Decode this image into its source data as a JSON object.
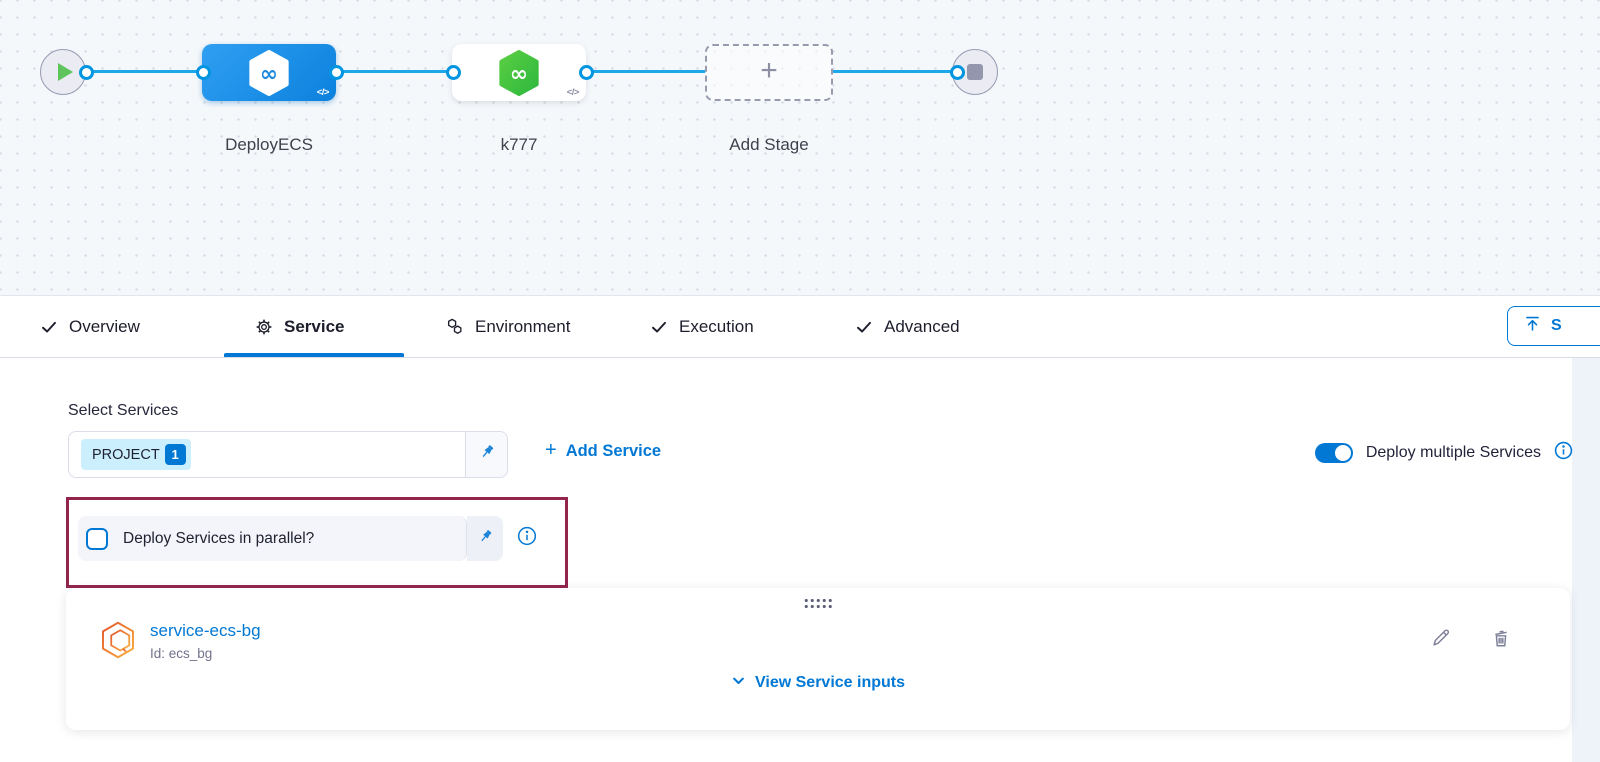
{
  "icons": {
    "infinity": "∞",
    "plus": "+",
    "code_marker": "</>"
  },
  "pipeline": {
    "stage1_label": "DeployECS",
    "stage2_label": "k777",
    "add_stage_label": "Add Stage"
  },
  "tabs": {
    "overview": "Overview",
    "service": "Service",
    "environment": "Environment",
    "execution": "Execution",
    "advanced": "Advanced"
  },
  "toolbar": {
    "save_partial_label": "S"
  },
  "panel": {
    "select_services_label": "Select Services",
    "project_tag_label": "PROJECT",
    "project_tag_count": "1",
    "add_service_label": "Add Service",
    "deploy_multiple_label": "Deploy multiple Services",
    "parallel_label": "Deploy Services in parallel?",
    "service_name": "service-ecs-bg",
    "service_id": "Id: ecs_bg",
    "view_inputs_label": "View Service inputs"
  },
  "colors": {
    "primary_blue": "#0278d5",
    "flow_line_blue": "#1ba7e8",
    "node_blue_gradient": "#2f9ff2-#0c81dd",
    "node_green": "#46c73c",
    "highlight_border_maroon": "#93254d",
    "project_tag_bg": "#cbeffc",
    "service_icon_orange": "#e2562b-#fbb040",
    "canvas_bg": "#f5f8fb"
  }
}
